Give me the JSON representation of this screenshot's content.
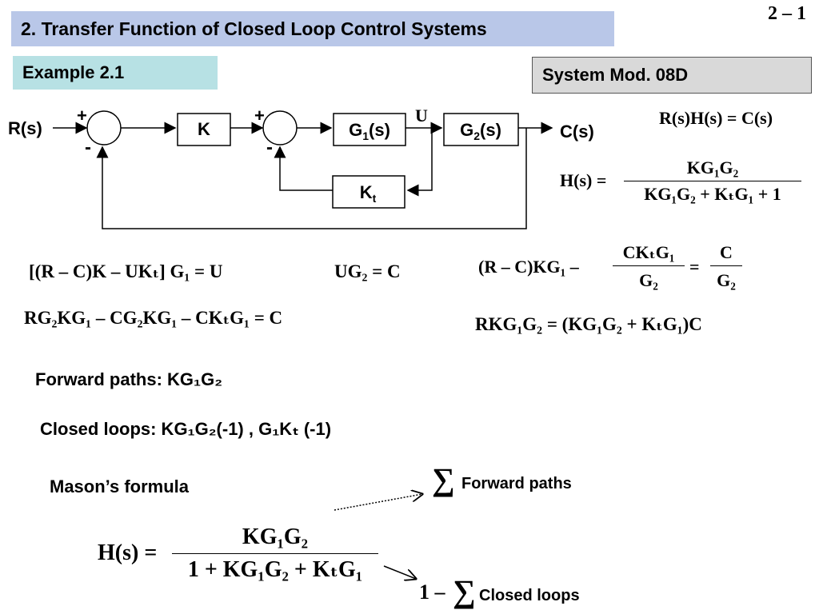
{
  "header": {
    "title": "2. Transfer Function of Closed Loop Control Systems",
    "page_number": "2 – 1",
    "example_label": "Example 2.1",
    "course_label": "System Mod. 08D"
  },
  "diagram": {
    "input_label": "R(s)",
    "output_label": "C(s)",
    "block_k": "K",
    "block_g1": "G",
    "block_g1_sub": "1",
    "block_g1_tail": "(s)",
    "block_g2": "G",
    "block_g2_sub": "2",
    "block_g2_tail": "(s)",
    "block_kt": "K",
    "block_kt_sub": "t",
    "signal_u": "U",
    "sum1_plus": "+",
    "sum1_minus": "-",
    "sum2_plus": "+",
    "sum2_minus": "-"
  },
  "equations": {
    "rhc": "R(s)H(s) = C(s)",
    "h_lhs": "H(s) =",
    "h_num": "KG₁G₂",
    "h_den": "KG₁G₂ + KₜG₁ + 1",
    "eq1": "[(R – C)K – UKₜ] G₁ = U",
    "eq2": "UG₂ = C",
    "eq3": "RG₂KG₁ – CG₂KG₁ – CKₜG₁ = C",
    "eq4_left": "(R – C)KG₁ –",
    "eq4_frac1_num": "CKₜG₁",
    "eq4_frac1_den": "G₂",
    "eq4_eq": "=",
    "eq4_frac2_num": "C",
    "eq4_frac2_den": "G₂",
    "eq5": "RKG₁G₂ = (KG₁G₂ + KₜG₁)C"
  },
  "paths": {
    "forward_label": "Forward paths: KG₁G₂",
    "loops_label": "Closed loops:  KG₁G₂(-1) ,  G₁Kₜ (-1)"
  },
  "mason": {
    "title": "Mason’s formula",
    "h_lhs": "H(s) =",
    "num": "KG₁G₂",
    "den": "1 + KG₁G₂ + KₜG₁",
    "sum_symbol": "∑",
    "sum_forward_label": "Forward paths",
    "one_minus": "1 –",
    "sum_loops_label": "Closed loops"
  }
}
